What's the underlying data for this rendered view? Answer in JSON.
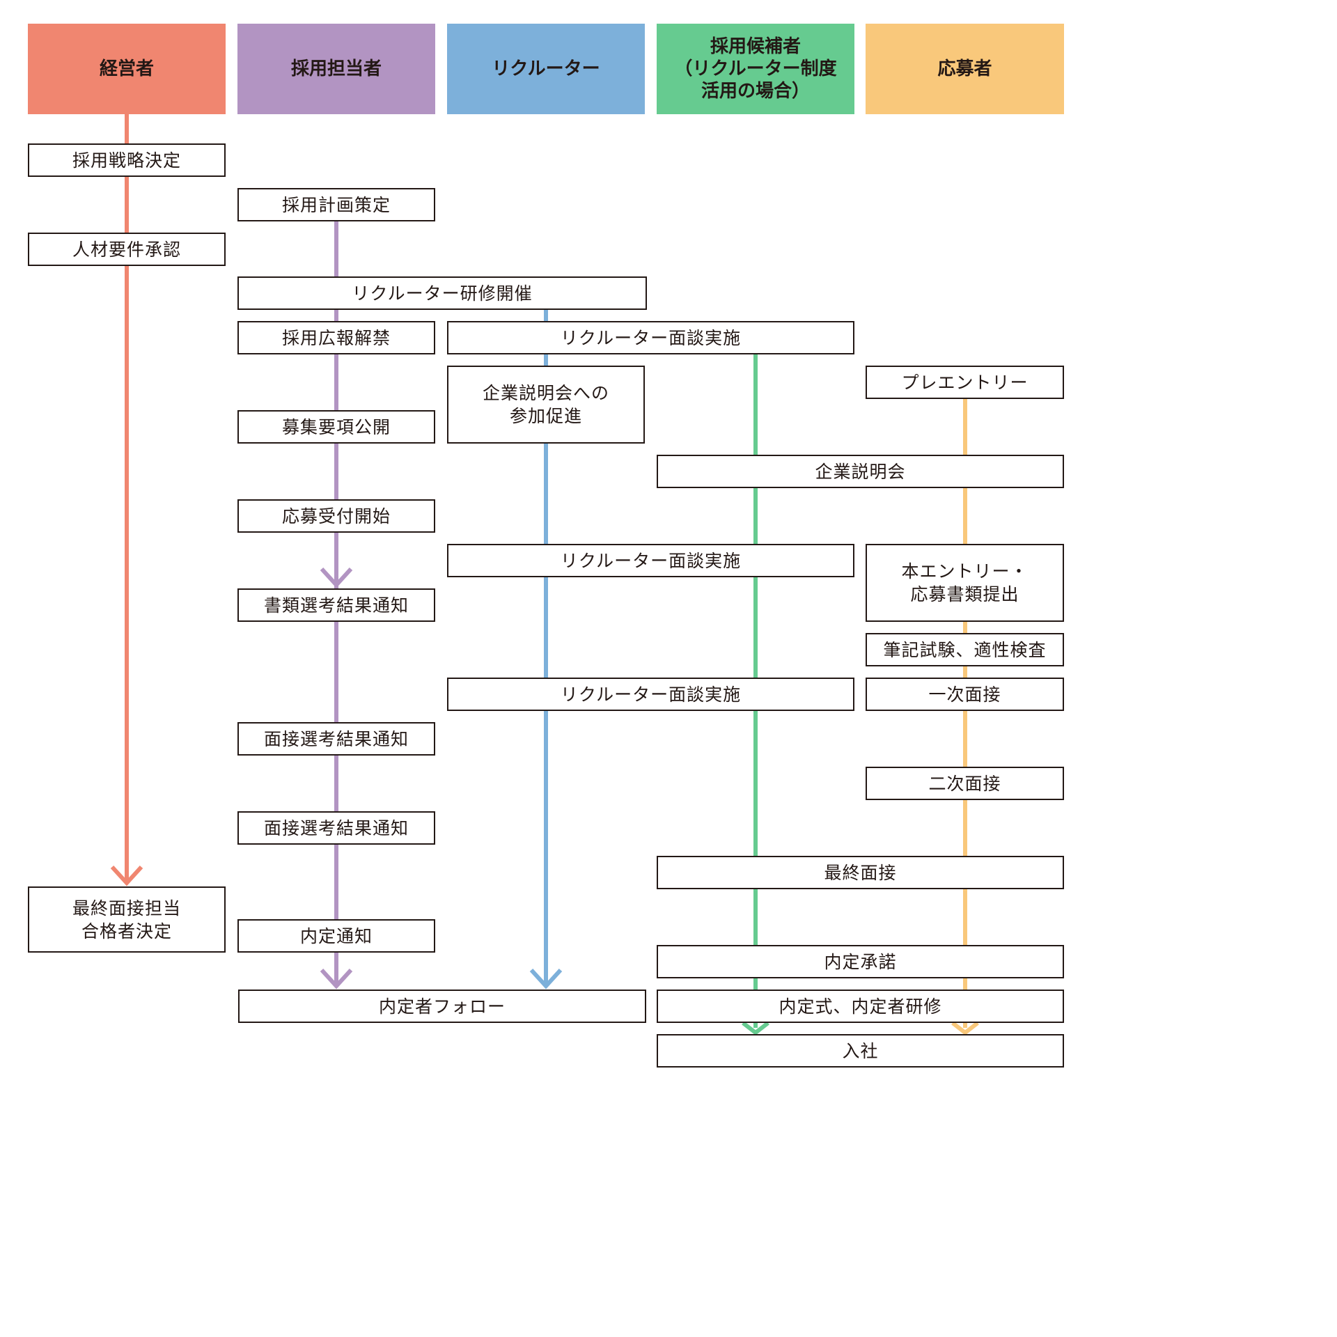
{
  "colors": {
    "executive": "#F08670",
    "hr": "#B294C2",
    "recruiter": "#7DB0DA",
    "candidate": "#66CB90",
    "applicant": "#F9C87B",
    "border": "#231815"
  },
  "lanes": [
    {
      "id": "executive",
      "label": "経営者"
    },
    {
      "id": "hr",
      "label": "採用担当者"
    },
    {
      "id": "recruiter",
      "label": "リクルーター"
    },
    {
      "id": "candidate",
      "label": "採用候補者\n（リクルーター制度\n活用の場合）"
    },
    {
      "id": "applicant",
      "label": "応募者"
    }
  ],
  "steps": {
    "saiyo_senryaku": "採用戦略決定",
    "saiyo_keikaku": "採用計画策定",
    "jinzai_yoken": "人材要件承認",
    "recruiter_kenshu": "リクルーター研修開催",
    "koho_kaikin": "採用広報解禁",
    "mendan_1": "リクルーター面談実施",
    "setsumeikai_sokushin": "企業説明会への\n参加促進",
    "pre_entry": "プレエントリー",
    "boshu_kokai": "募集要項公開",
    "setsumeikai": "企業説明会",
    "oubo_uketsuke": "応募受付開始",
    "mendan_2": "リクルーター面談実施",
    "hon_entry": "本エントリー・\n応募書類提出",
    "shorui_kekka": "書類選考結果通知",
    "hikki_shiken": "筆記試験、適性検査",
    "mendan_3": "リクルーター面談実施",
    "ichiji_mensetsu": "一次面接",
    "mensetsu_kekka_1": "面接選考結果通知",
    "niji_mensetsu": "二次面接",
    "mensetsu_kekka_2": "面接選考結果通知",
    "saishu_mensetsu": "最終面接",
    "saishu_tanto": "最終面接担当\n合格者決定",
    "naitei_tsuchi": "内定通知",
    "naitei_shodaku": "内定承諾",
    "naiteisha_follow": "内定者フォロー",
    "naiteishiki": "内定式、内定者研修",
    "nyusha": "入社"
  }
}
